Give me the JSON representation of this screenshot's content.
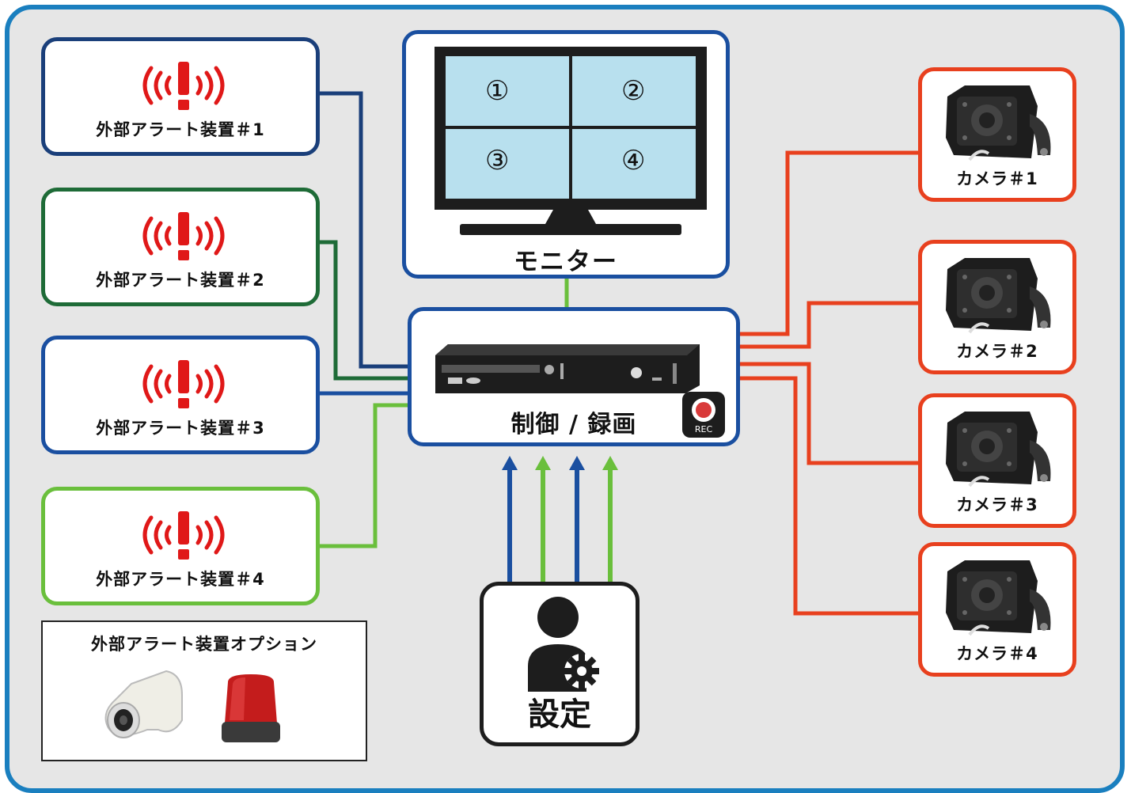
{
  "alerts": [
    {
      "label": "外部アラート装置＃1",
      "color": "#1a3f7a"
    },
    {
      "label": "外部アラート装置＃2",
      "color": "#1e6b37"
    },
    {
      "label": "外部アラート装置＃3",
      "color": "#1a4fa0"
    },
    {
      "label": "外部アラート装置＃4",
      "color": "#6abf3c"
    }
  ],
  "alert_icon_color": "#e01818",
  "monitor": {
    "label": "モニター",
    "quadrants": [
      "①",
      "②",
      "③",
      "④"
    ],
    "screen_color": "#b8e0ee"
  },
  "controller": {
    "label": "制御 / 録画",
    "rec_label": "REC"
  },
  "cameras": [
    {
      "label": "カメラ＃1"
    },
    {
      "label": "カメラ＃2"
    },
    {
      "label": "カメラ＃3"
    },
    {
      "label": "カメラ＃4"
    }
  ],
  "camera_wire_color": "#e8401e",
  "settings": {
    "label": "設定"
  },
  "arrow_colors": [
    "#1a4fa0",
    "#6abf3c",
    "#1a4fa0",
    "#6abf3c"
  ],
  "option": {
    "title": "外部アラート装置オプション"
  },
  "icons": [
    "alert-icon",
    "monitor-icon",
    "recorder-icon",
    "rec-icon",
    "camera-icon",
    "user-gear-icon",
    "speaker-icon",
    "beacon-light-icon"
  ]
}
